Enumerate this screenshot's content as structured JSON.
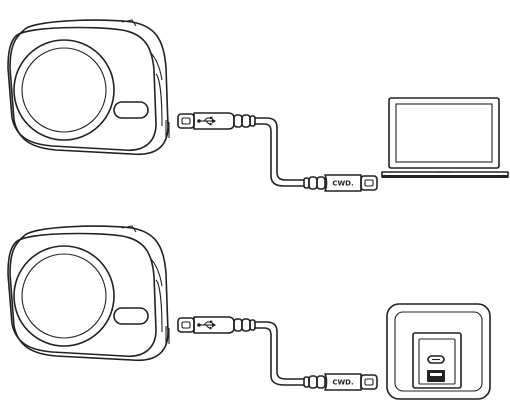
{
  "diagram": {
    "rows": [
      {
        "device": "power-bank",
        "cable_end_a": "usb-c",
        "cable_end_b": "usb-c",
        "target": "laptop",
        "usb_logo_glyph": "⭠",
        "plug_label": "CWD."
      },
      {
        "device": "power-bank",
        "cable_end_a": "usb-c",
        "cable_end_b": "usb-c",
        "target": "wall-charger",
        "usb_logo_glyph": "⭠",
        "plug_label": "CWD."
      }
    ],
    "colors": {
      "line": "#222222",
      "background": "#ffffff"
    }
  }
}
